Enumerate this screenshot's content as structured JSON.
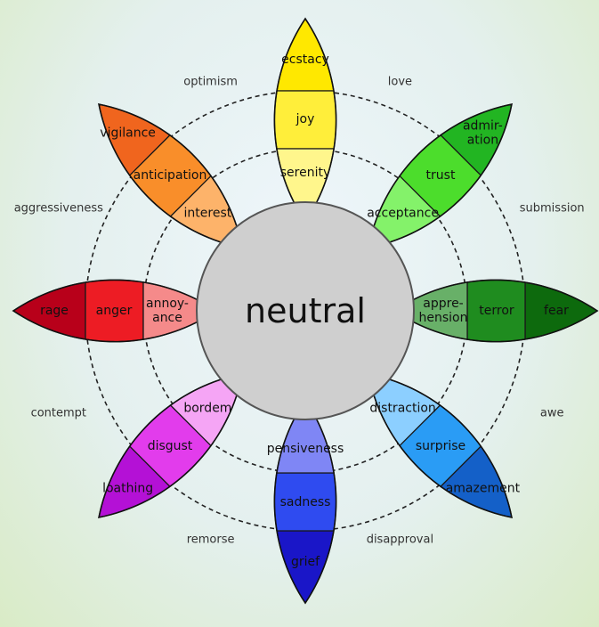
{
  "center": {
    "label": "neutral"
  },
  "petals": [
    {
      "id": "joy",
      "rings": [
        {
          "label": "ecstacy",
          "color": "#ffe800"
        },
        {
          "label": "joy",
          "color": "#ffee3a"
        },
        {
          "label": "serenity",
          "color": "#fff68c"
        }
      ]
    },
    {
      "id": "trust",
      "rings": [
        {
          "label": "admir-\nation",
          "color": "#22b522"
        },
        {
          "label": "trust",
          "color": "#4cdd2c"
        },
        {
          "label": "acceptance",
          "color": "#84f26a"
        }
      ]
    },
    {
      "id": "fear",
      "rings": [
        {
          "label": "fear",
          "color": "#0d6a0d"
        },
        {
          "label": "terror",
          "color": "#1f8c1f"
        },
        {
          "label": "appre-\nhension",
          "color": "#68b068"
        }
      ]
    },
    {
      "id": "surprise",
      "rings": [
        {
          "label": "amazement",
          "color": "#1460c8"
        },
        {
          "label": "surprise",
          "color": "#2a9cf5"
        },
        {
          "label": "distraction",
          "color": "#8ccfff"
        }
      ]
    },
    {
      "id": "sadness",
      "rings": [
        {
          "label": "grief",
          "color": "#1a16c8"
        },
        {
          "label": "sadness",
          "color": "#2f4bf0"
        },
        {
          "label": "pensiveness",
          "color": "#7f86f5"
        }
      ]
    },
    {
      "id": "disgust",
      "rings": [
        {
          "label": "loathing",
          "color": "#b411d6"
        },
        {
          "label": "disgust",
          "color": "#e23cec"
        },
        {
          "label": "bordem",
          "color": "#f5a5f5"
        }
      ]
    },
    {
      "id": "anger",
      "rings": [
        {
          "label": "rage",
          "color": "#b8001a"
        },
        {
          "label": "anger",
          "color": "#ed1c24"
        },
        {
          "label": "annoy-\nance",
          "color": "#f58a8a"
        }
      ]
    },
    {
      "id": "anticipation",
      "rings": [
        {
          "label": "vigilance",
          "color": "#f0651e"
        },
        {
          "label": "anticipation",
          "color": "#f98e2a"
        },
        {
          "label": "interest",
          "color": "#fdb36a"
        }
      ]
    }
  ],
  "dyads": [
    "love",
    "submission",
    "awe",
    "disapproval",
    "remorse",
    "contempt",
    "aggressiveness",
    "optimism"
  ]
}
